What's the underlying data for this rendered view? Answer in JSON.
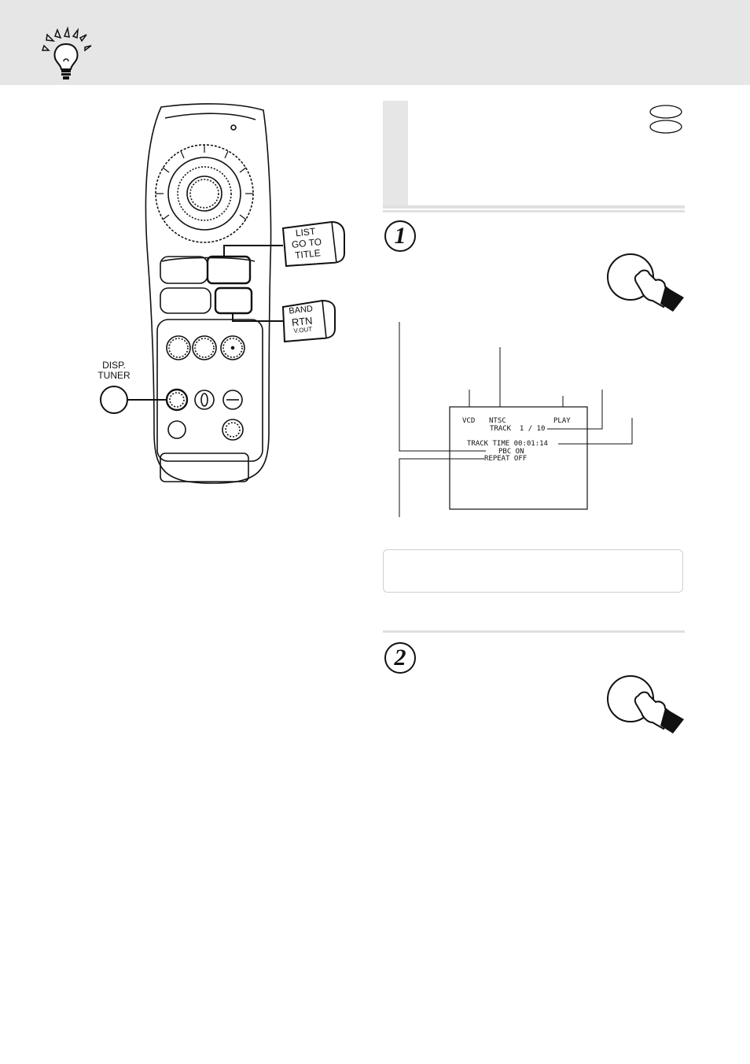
{
  "remote": {
    "disp_label_line1": "DISP.",
    "disp_label_line2": "TUNER",
    "list_label": [
      "LIST",
      "GO TO",
      "TITLE"
    ],
    "band_label": [
      "BAND",
      "RTN",
      "V.OUT"
    ]
  },
  "osd": {
    "vcd": "VCD",
    "ntsc": "NTSC",
    "play": "PLAY",
    "track": "TRACK  1 / 10",
    "track_time": "TRACK TIME 00:01:14",
    "pbc": "PBC ON",
    "repeat": "REPEAT OFF"
  },
  "steps": {
    "step1": "1",
    "step2": "2"
  }
}
